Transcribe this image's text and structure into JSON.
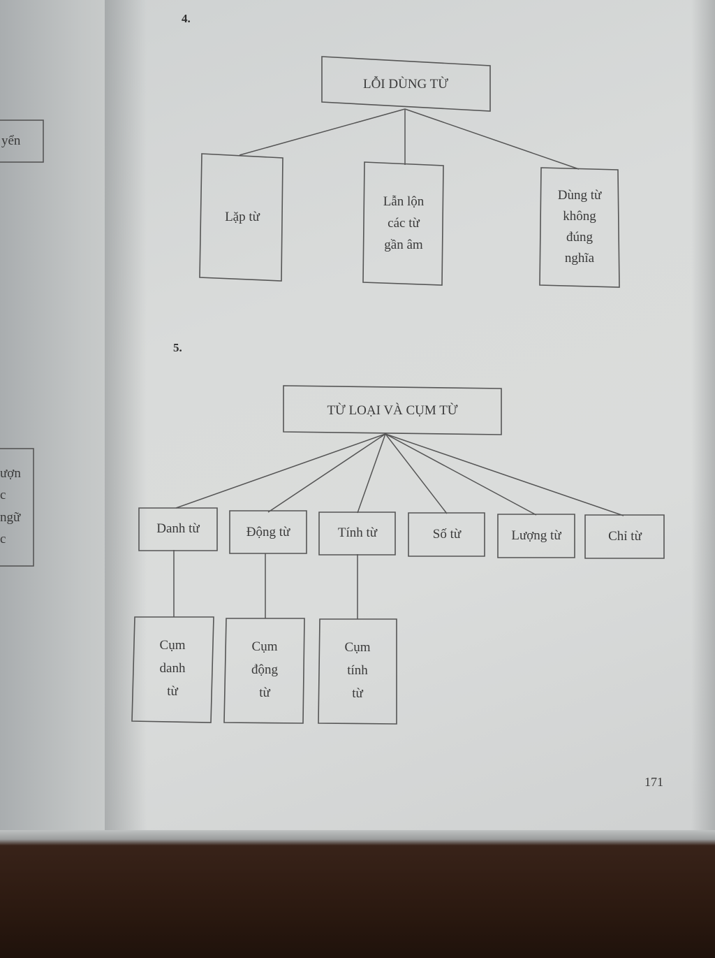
{
  "page_number": "171",
  "left_page_fragments": {
    "box1_text": "yển",
    "box2_lines": [
      "ượn",
      "c",
      "ngữ",
      "c"
    ]
  },
  "diagram4": {
    "number": "4.",
    "root": "LỖI DÙNG TỪ",
    "children": [
      {
        "lines": [
          "Lặp từ"
        ]
      },
      {
        "lines": [
          "Lẫn lộn",
          "các từ",
          "gần âm"
        ]
      },
      {
        "lines": [
          "Dùng từ",
          "không",
          "đúng",
          "nghĩa"
        ]
      }
    ]
  },
  "diagram5": {
    "number": "5.",
    "root": "TỪ LOẠI VÀ CỤM TỪ",
    "children": [
      {
        "label": "Danh từ",
        "sub": [
          "Cụm",
          "danh",
          "từ"
        ]
      },
      {
        "label": "Động từ",
        "sub": [
          "Cụm",
          "động",
          "từ"
        ]
      },
      {
        "label": "Tính từ",
        "sub": [
          "Cụm",
          "tính",
          "từ"
        ]
      },
      {
        "label": "Số từ"
      },
      {
        "label": "Lượng từ"
      },
      {
        "label": "Chỉ từ"
      }
    ]
  }
}
